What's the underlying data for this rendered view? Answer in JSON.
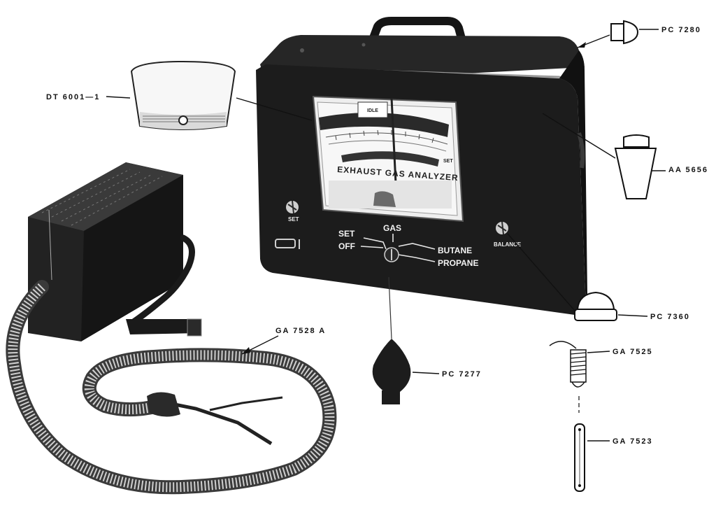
{
  "parts": {
    "dt6001": "DT 6001—1",
    "pc7280": "PC 7280",
    "aa5656": "AA 5656",
    "pc7360": "PC 7360",
    "ga7525": "GA 7525",
    "ga7523": "GA 7523",
    "ga7528a": "GA 7528 A",
    "pc7277": "PC 7277"
  },
  "meter": {
    "title": "EXHAUST GAS ANALYZER",
    "idle_label": "IDLE",
    "set_mark": "SET"
  },
  "panel": {
    "set_knob": "SET",
    "balance_knob": "BALANCE",
    "gas": "GAS",
    "set": "SET",
    "off": "OFF",
    "butane": "BUTANE",
    "propane": "PROPANE"
  },
  "colors": {
    "ink": "#111111",
    "case": "#1c1c1c",
    "paper": "#ffffff"
  }
}
